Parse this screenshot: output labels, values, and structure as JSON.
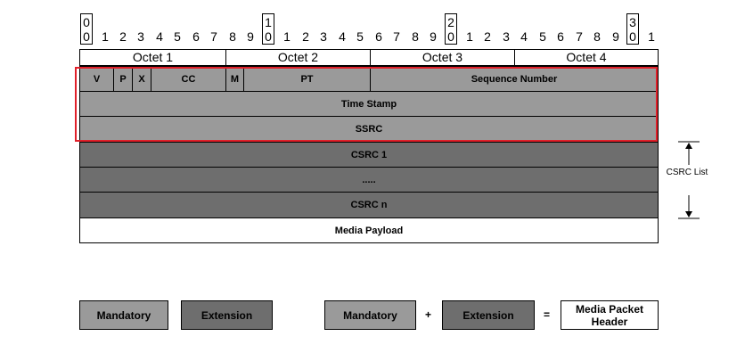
{
  "bit_labels": [
    "0",
    "1",
    "2",
    "3",
    "4",
    "5",
    "6",
    "7",
    "8",
    "9",
    "0",
    "1",
    "2",
    "3",
    "4",
    "5",
    "6",
    "7",
    "8",
    "9",
    "0",
    "1",
    "2",
    "3",
    "4",
    "5",
    "6",
    "7",
    "8",
    "9",
    "0",
    "1"
  ],
  "tens_labels": [
    "0",
    "1",
    "2",
    "3"
  ],
  "octets": [
    "Octet 1",
    "Octet 2",
    "Octet 3",
    "Octet 4"
  ],
  "header_fields": {
    "v": "V",
    "p": "P",
    "x": "X",
    "cc": "CC",
    "m": "M",
    "pt": "PT",
    "sequence_number": "Sequence Number"
  },
  "timestamp": "Time Stamp",
  "ssrc": "SSRC",
  "csrc_1": "CSRC 1",
  "csrc_ellipsis": ".....",
  "csrc_n": "CSRC n",
  "media_payload": "Media Payload",
  "csrc_list_label": "CSRC List",
  "legend": {
    "mandatory": "Mandatory",
    "extension": "Extension",
    "plus": "+",
    "equals": "=",
    "result": "Media Packet Header"
  },
  "colors": {
    "mandatory": "#9a9a9a",
    "extension": "#6e6e6e",
    "highlight": "#e0202a"
  }
}
